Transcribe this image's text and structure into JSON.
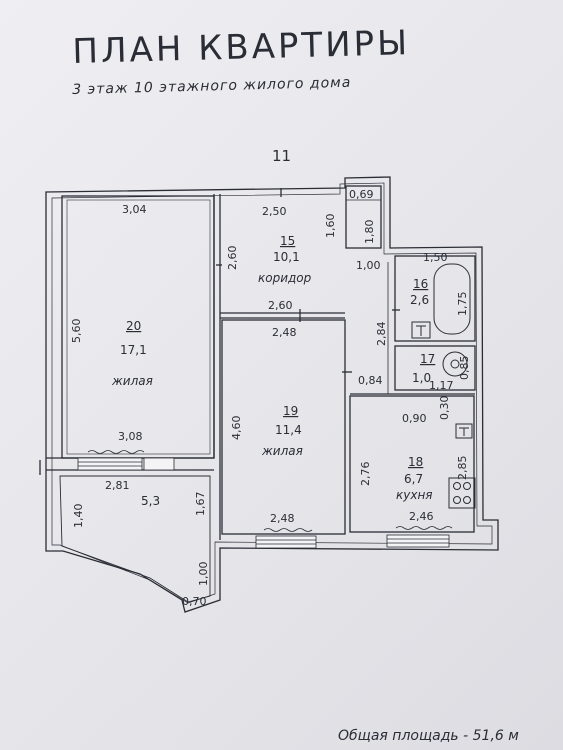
{
  "title": "ПЛАН КВАРТИРЫ",
  "subtitle": "3 этаж 10 этажного жилого дома",
  "plan_number": "11",
  "footer": {
    "label": "Общая площадь",
    "separator": "-",
    "value": "51,6 м"
  },
  "rooms": {
    "r20": {
      "number": "20",
      "area": "17,1",
      "name": "жилая"
    },
    "r15": {
      "number": "15",
      "area": "10,1",
      "name": "коридор"
    },
    "r16": {
      "number": "16",
      "area": "2,6"
    },
    "r17": {
      "number": "17",
      "area": "1,0"
    },
    "r19": {
      "number": "19",
      "area": "11,4",
      "name": "жилая"
    },
    "r18": {
      "number": "18",
      "area": "6,7",
      "name": "кухня"
    },
    "balcony": {
      "area": "5,3"
    }
  },
  "dimensions": {
    "d_304": "3,04",
    "d_560": "5,60",
    "d_308": "3,08",
    "d_250": "2,50",
    "d_260a": "2,60",
    "d_160": "1,60",
    "d_069": "0,69",
    "d_180": "1,80",
    "d_100a": "1,00",
    "d_150": "1,50",
    "d_175": "1,75",
    "d_260b": "2,60",
    "d_248a": "2,48",
    "d_284": "2,84",
    "d_085": "0,85",
    "d_117": "1,17",
    "d_084": "0,84",
    "d_030": "0,30",
    "d_090": "0,90",
    "d_460": "4,60",
    "d_276": "2,76",
    "d_285": "2,85",
    "d_248b": "2,48",
    "d_246": "2,46",
    "d_281": "2,81",
    "d_140": "1,40",
    "d_167": "1,67",
    "d_100b": "1,00",
    "d_070": "0,70"
  },
  "colors": {
    "ink": "#2b2d36",
    "paper": "#ececf0",
    "wall": "#f6f6f8"
  },
  "icons": [
    "bathtub-icon",
    "toilet-icon",
    "sink-icon",
    "stove-icon"
  ]
}
